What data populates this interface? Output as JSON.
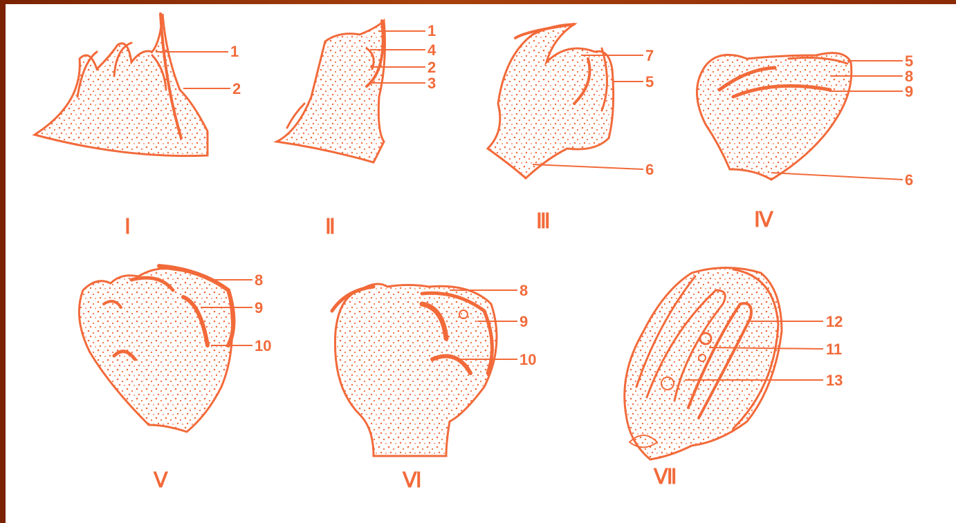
{
  "diagram": {
    "stages": [
      {
        "label": "Ⅰ",
        "callouts": [
          "1",
          "2"
        ]
      },
      {
        "label": "Ⅱ",
        "callouts": [
          "1",
          "4",
          "2",
          "3"
        ]
      },
      {
        "label": "Ⅲ",
        "callouts": [
          "7",
          "5",
          "6"
        ]
      },
      {
        "label": "Ⅳ",
        "callouts": [
          "5",
          "8",
          "9",
          "6"
        ]
      },
      {
        "label": "Ⅴ",
        "callouts": [
          "8",
          "9",
          "10"
        ]
      },
      {
        "label": "Ⅵ",
        "callouts": [
          "8",
          "9",
          "10"
        ]
      },
      {
        "label": "Ⅶ",
        "callouts": [
          "12",
          "11",
          "13"
        ]
      }
    ]
  },
  "colors": {
    "ink": "#f26a3a",
    "border": "#8b2a06",
    "background": "#ffffff"
  }
}
